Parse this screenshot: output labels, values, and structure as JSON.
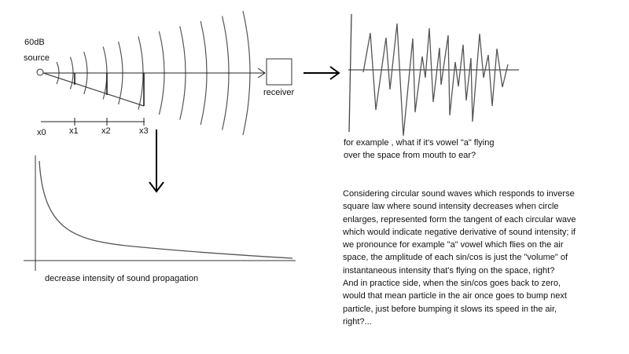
{
  "left_diagram": {
    "level_label": "60dB",
    "source_label": "source",
    "receiver_label": "receiver",
    "distance_labels": [
      "x0",
      "x1",
      "x2",
      "x3"
    ]
  },
  "waveform": {
    "caption_lines": [
      "for example , what if it's vowel \"a\" flying",
      "over the space from mouth to ear?"
    ]
  },
  "decay_graph": {
    "caption": "decrease intensity of sound propagation"
  },
  "question": {
    "lines": [
      "Considering circular sound waves which responds to inverse",
      "square law where sound intensity decreases when circle",
      "enlarges, represented form the tangent of each circular wave",
      "which would indicate negative derivative of sound intensity; if",
      "we pronounce for example \"a\" vowel which flies on the air",
      "space, the amplitude of each sin/cos is just the \"volume\" of",
      "instantaneous intensity that's flying on the space, right?",
      "And in practice side, when the sin/cos goes back to zero,",
      "would that mean particle in the air once goes to bump next",
      "particle, just before bumping it slows its speed in the air,",
      "right?..."
    ]
  }
}
